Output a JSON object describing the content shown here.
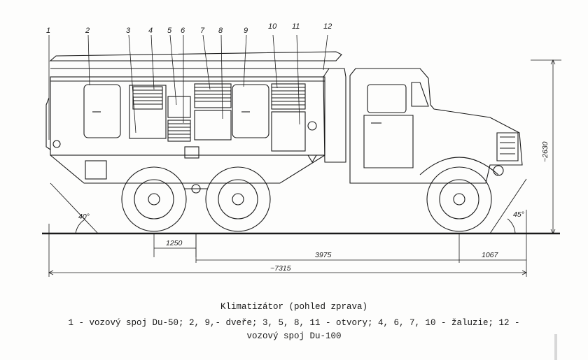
{
  "part_numbers": [
    "1",
    "2",
    "3",
    "4",
    "5",
    "6",
    "7",
    "8",
    "9",
    "10",
    "11",
    "12"
  ],
  "dimensions": {
    "height": "~2630",
    "wheelbase_rear": "1250",
    "wheelbase_front": "3975",
    "front_overhang": "1067",
    "overall_length": "~7315",
    "angle_rear": "40°",
    "angle_front": "45°"
  },
  "caption": {
    "title": "Klimatizátor (pohled zprava)",
    "line1": "1 - vozový spoj Du-50; 2, 9,- dveře; 3, 5, 8, 11 - otvory; 4, 6, 7, 10 - žaluzie; 12 -",
    "line2": "vozový spoj Du-100"
  }
}
